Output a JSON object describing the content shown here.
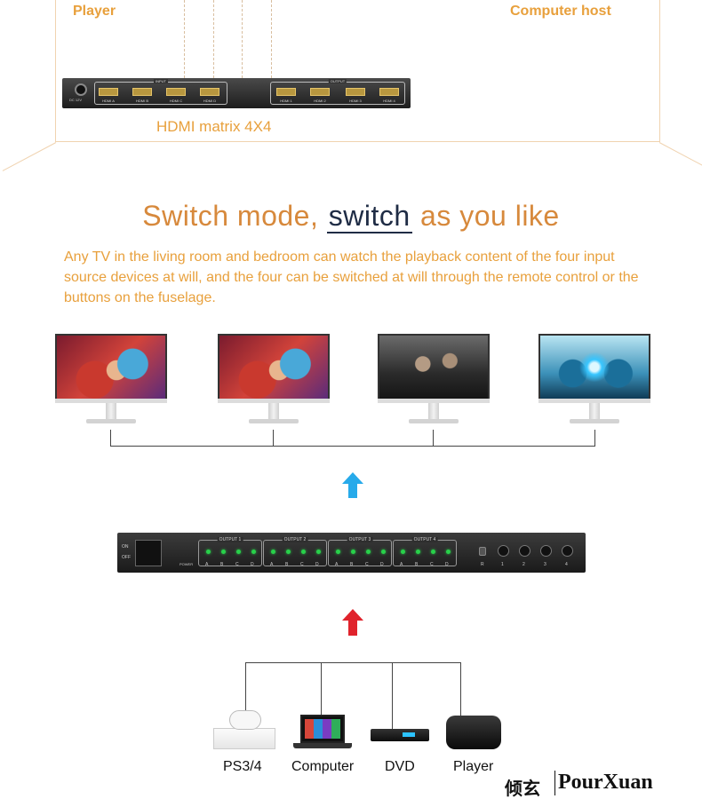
{
  "top": {
    "left_label": "Player",
    "right_label": "Computer host",
    "matrix_title": "HDMI matrix 4X4",
    "power_label": "DC 12V",
    "input_group_label": "INPUT",
    "output_group_label": "OUTPUT",
    "input_ports": [
      "HDMI A",
      "HDMI B",
      "HDMI C",
      "HDMI D"
    ],
    "output_ports": [
      "HDMI 1",
      "HDMI 2",
      "HDMI 3",
      "HDMI 4"
    ]
  },
  "headline": {
    "prefix": "Switch mode, ",
    "highlight": "switch",
    "suffix": " as you like"
  },
  "description": "Any TV in the living room and bedroom can watch the playback content of the four input source devices at will, and the four can be switched at will through the remote control or the buttons on the fuselage.",
  "monitors": [
    {
      "content": "woman-artwork"
    },
    {
      "content": "woman-artwork"
    },
    {
      "content": "film-scene"
    },
    {
      "content": "robot-artwork"
    }
  ],
  "colors": {
    "accent_orange": "#e8a03c",
    "headline_dark": "#1f2c45",
    "arrow_blue": "#27aaea",
    "arrow_red": "#e0232c",
    "led_green": "#28d14a"
  },
  "front_panel": {
    "switch_on": "ON",
    "switch_off": "OFF",
    "power_label": "POWER",
    "outputs": [
      "OUTPUT 1",
      "OUTPUT 2",
      "OUTPUT 3",
      "OUTPUT 4"
    ],
    "led_letters": [
      "A",
      "B",
      "C",
      "D"
    ],
    "r_label": "R",
    "buttons": [
      "1",
      "2",
      "3",
      "4"
    ]
  },
  "devices": [
    {
      "label": "PS3/4",
      "icon": "game-console-icon"
    },
    {
      "label": "Computer",
      "icon": "laptop-icon"
    },
    {
      "label": "DVD",
      "icon": "dvd-player-icon"
    },
    {
      "label": "Player",
      "icon": "media-box-icon"
    }
  ],
  "logo": {
    "chinese": "倾玄",
    "english": "PourXuan"
  }
}
